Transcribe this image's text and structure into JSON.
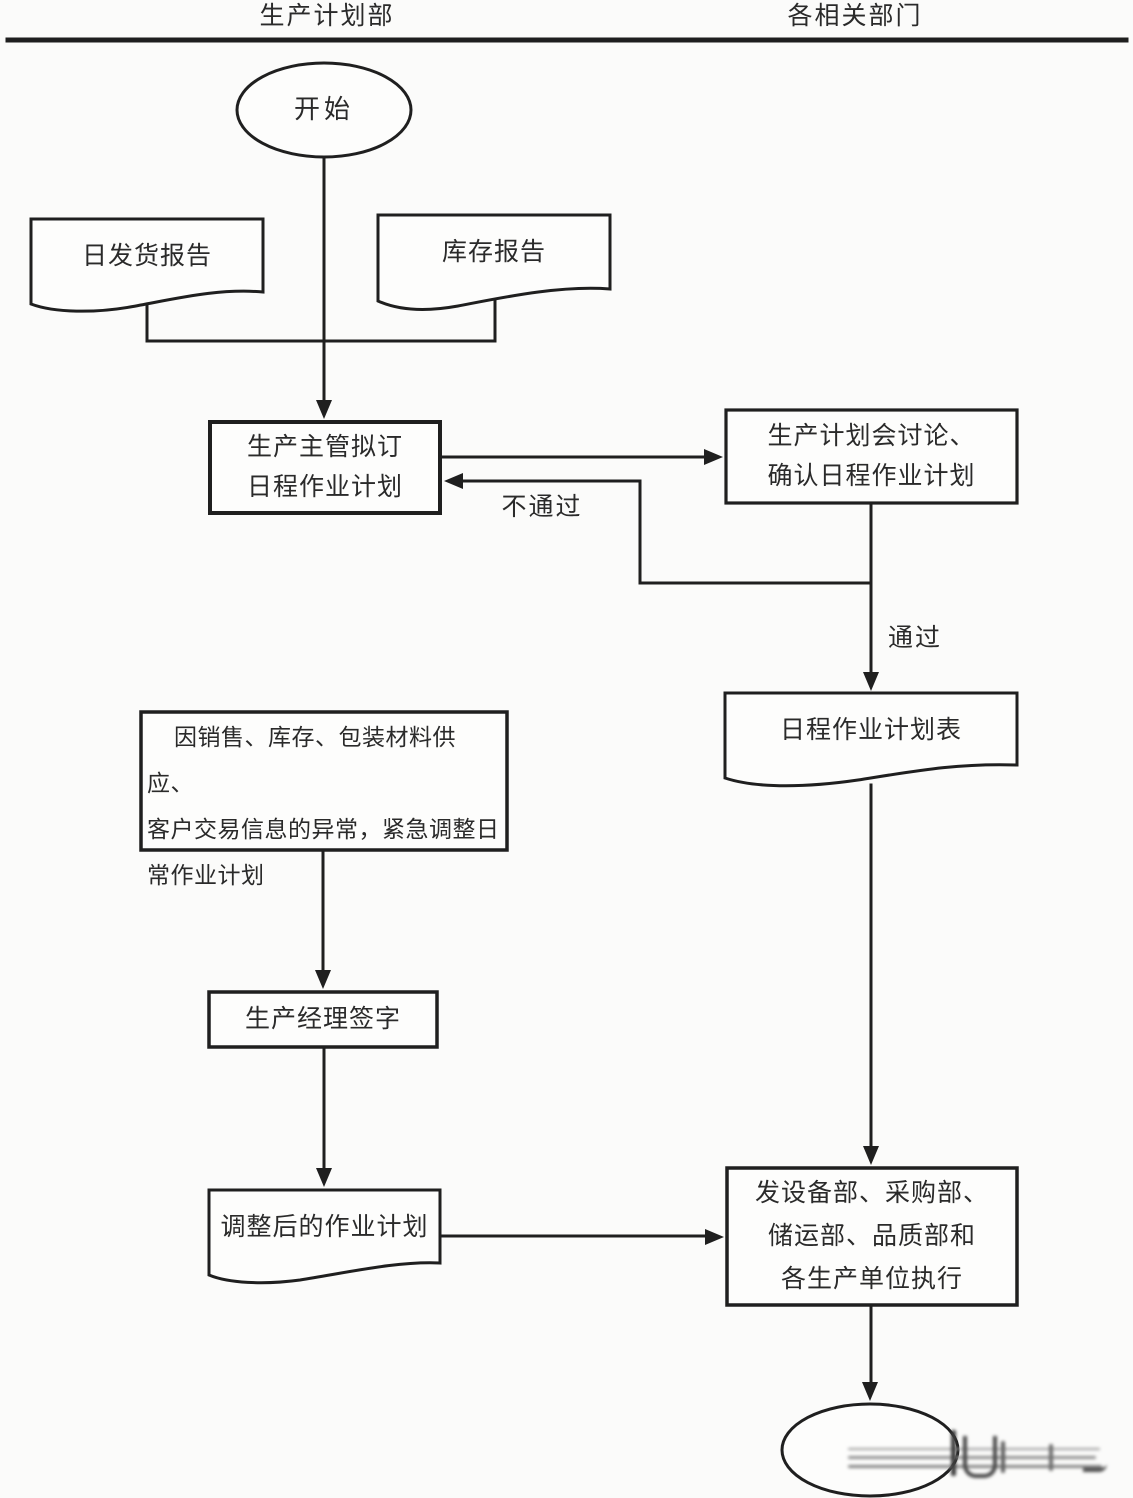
{
  "lanes": {
    "left": "生产计划部",
    "right": "各相关部门"
  },
  "nodes": {
    "start": "开始",
    "doc_daily_shipping": "日发货报告",
    "doc_inventory": "库存报告",
    "box_draft": "生产主管拟订\n日程作业计划",
    "box_meeting": "生产计划会讨论、\n确认日程作业计划",
    "doc_schedule": "日程作业计划表",
    "box_emergency": "因销售、库存、包装材料供应、\n客户交易信息的异常，紧急调整日\n常作业计划",
    "box_sign": "生产经理签字",
    "doc_adjusted": "调整后的作业计划",
    "box_execute": "发设备部、采购部、\n储运部、品质部和\n各生产单位执行"
  },
  "edge_labels": {
    "fail": "不通过",
    "pass": "通过"
  },
  "colors": {
    "ink": "#1f1f1f",
    "background": "#fbfbfa"
  }
}
